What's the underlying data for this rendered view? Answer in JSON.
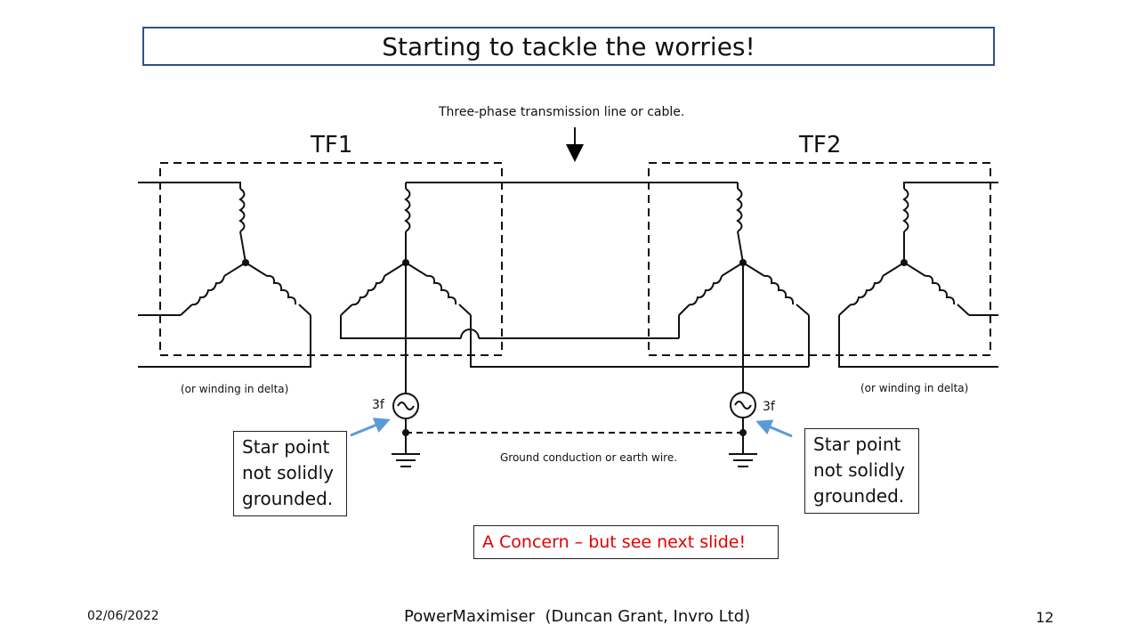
{
  "slide": {
    "title": "Starting to tackle the worries!",
    "labels": {
      "transmission_line": "Three-phase transmission line or cable.",
      "tf1": "TF1",
      "tf2": "TF2",
      "delta_left": "(or winding in delta)",
      "delta_right": "(or winding in delta)",
      "source_left": "3f",
      "source_right": "3f",
      "ground_wire": "Ground conduction or earth wire."
    },
    "callouts": {
      "left": "Star point\nnot solidly\ngrounded.",
      "right": "Star point\nnot solidly\ngrounded.",
      "concern": "A Concern – but see next slide!"
    },
    "footer": {
      "date": "02/06/2022",
      "center": "PowerMaximiser  (Duncan Grant, Invro Ltd)",
      "page": "12"
    },
    "colors": {
      "title_border": "#2f4f8f",
      "arrow": "#5b9bd5",
      "concern_text": "#e00000"
    }
  }
}
